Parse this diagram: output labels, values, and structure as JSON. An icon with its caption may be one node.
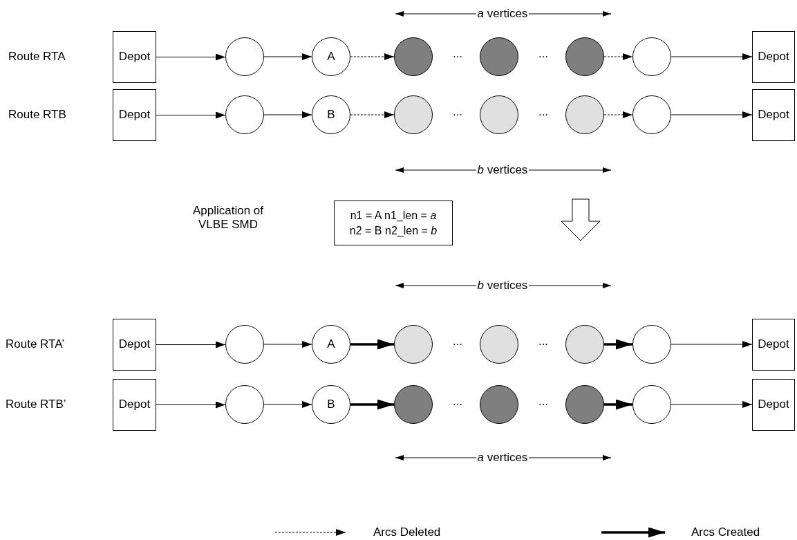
{
  "diagram": {
    "nodes": [
      {
        "text": [
          "Depot"
        ]
      },
      {
        "text": [],
        "shape": "circle"
      },
      {
        "text": [
          "A"
        ]
      },
      {
        "text": [],
        "shape": "circle"
      },
      {
        "text": [],
        "shape": "circle"
      },
      {
        "text": [],
        "shape": "circle"
      },
      {
        "text": [],
        "shape": "circle"
      },
      {
        "text": [
          "Depot"
        ]
      },
      {
        "text": [
          "Depot"
        ]
      },
      {
        "text": [],
        "shape": "circle"
      },
      {
        "text": [
          "B"
        ]
      },
      {
        "text": [],
        "shape": "circle"
      },
      {
        "text": [],
        "shape": "circle"
      },
      {
        "text": [],
        "shape": "circle"
      },
      {
        "text": [],
        "shape": "circle"
      },
      {
        "text": [
          "Depot"
        ]
      },
      {
        "text": [
          "n1 = A  n1_len = *a*",
          "n2 = B  n2_len = *b*"
        ]
      },
      {
        "text": [
          "Depot"
        ]
      },
      {
        "text": [],
        "shape": "circle"
      },
      {
        "text": [
          "A"
        ]
      },
      {
        "text": [],
        "shape": "circle"
      },
      {
        "text": [],
        "shape": "circle"
      },
      {
        "text": [],
        "shape": "circle"
      },
      {
        "text": [],
        "shape": "circle"
      },
      {
        "text": [
          "Depot"
        ]
      },
      {
        "text": [
          "Depot"
        ]
      },
      {
        "text": [],
        "shape": "circle"
      },
      {
        "text": [
          "B"
        ]
      },
      {
        "text": [],
        "shape": "circle"
      },
      {
        "text": [],
        "shape": "circle"
      },
      {
        "text": [],
        "shape": "circle"
      },
      {
        "text": [],
        "shape": "circle"
      },
      {
        "text": [
          "Depot"
        ]
      }
    ],
    "edges": [
      {
        "from": 0,
        "to": 1,
        "arrow": "to"
      },
      {
        "from": 1,
        "to": 2,
        "arrow": "to"
      },
      {
        "from": 2,
        "to": 3,
        "arrow": "to",
        "style": "dashed"
      },
      {
        "from": 5,
        "to": 6,
        "arrow": "to",
        "style": "dashed"
      },
      {
        "from": 6,
        "to": 7,
        "arrow": "to"
      },
      {
        "from": 8,
        "to": 9,
        "arrow": "to"
      },
      {
        "from": 9,
        "to": 10,
        "arrow": "to"
      },
      {
        "from": 10,
        "to": 11,
        "arrow": "to",
        "style": "dashed"
      },
      {
        "from": 13,
        "to": 14,
        "arrow": "to",
        "style": "dashed"
      },
      {
        "from": 14,
        "to": 15,
        "arrow": "to"
      },
      {
        "from": 17,
        "to": 18,
        "arrow": "to"
      },
      {
        "from": 18,
        "to": 19,
        "arrow": "to"
      },
      {
        "from": 19,
        "to": 20,
        "arrow": "to",
        "style": "thick"
      },
      {
        "from": 22,
        "to": 23,
        "arrow": "to",
        "style": "thick"
      },
      {
        "from": 23,
        "to": 24,
        "arrow": "to"
      },
      {
        "from": 25,
        "to": 26,
        "arrow": "to"
      },
      {
        "from": 26,
        "to": 27,
        "arrow": "to"
      },
      {
        "from": 27,
        "to": 28,
        "arrow": "to",
        "style": "thick"
      },
      {
        "from": 30,
        "to": 31,
        "arrow": "to",
        "style": "thick"
      },
      {
        "from": 31,
        "to": 32,
        "arrow": "to"
      }
    ],
    "labels": [
      "*a* vertices",
      "Route RTA",
      "...",
      "...",
      "Route RTB",
      "...",
      "...",
      "*b* vertices",
      "Application of VLBE SMD",
      "*b* vertices",
      "Route RTA’",
      "...",
      "...",
      "Route RTB’",
      "...",
      "...",
      "*a* vertices"
    ],
    "legend": [
      {
        "text": "Arcs Deleted"
      },
      {
        "text": "Arcs Created"
      }
    ]
  }
}
